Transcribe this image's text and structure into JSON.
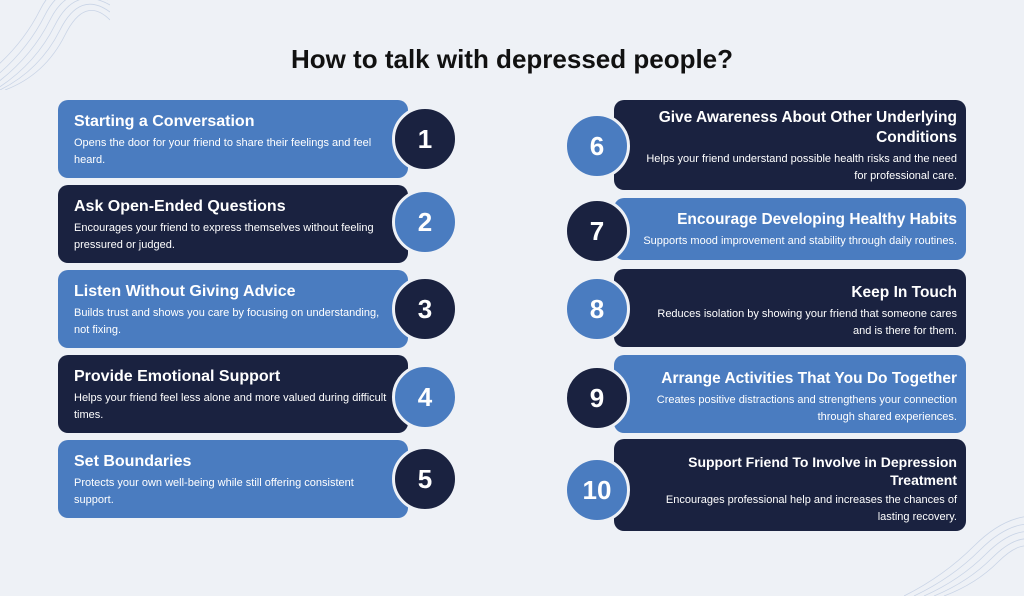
{
  "title": "How to talk with depressed people?",
  "colors": {
    "blue": "#4a7cc0",
    "navy": "#1a2240",
    "background": "#eef1f6"
  },
  "left_items": [
    {
      "number": "1",
      "heading": "Starting a Conversation",
      "description": "Opens the door for your friend to share their feelings and feel heard."
    },
    {
      "number": "2",
      "heading": "Ask Open-Ended Questions",
      "description": "Encourages your friend to express themselves without feeling pressured or judged."
    },
    {
      "number": "3",
      "heading": "Listen Without Giving Advice",
      "description": "Builds trust and shows you care by focusing on understanding, not fixing."
    },
    {
      "number": "4",
      "heading": "Provide Emotional Support",
      "description": "Helps your friend feel less alone and more valued during difficult times."
    },
    {
      "number": "5",
      "heading": "Set Boundaries",
      "description": "Protects your own well-being while still offering consistent support."
    }
  ],
  "right_items": [
    {
      "number": "6",
      "heading": "Give Awareness About Other Underlying Conditions",
      "description": "Helps your friend understand possible health risks and the need for professional care."
    },
    {
      "number": "7",
      "heading": "Encourage Developing Healthy Habits",
      "description": "Supports mood improvement and stability through daily routines."
    },
    {
      "number": "8",
      "heading": "Keep In Touch",
      "description": "Reduces isolation by showing your friend that someone cares and is there for them."
    },
    {
      "number": "9",
      "heading": "Arrange Activities That You Do Together",
      "description": "Creates positive distractions and strengthens your connection through shared experiences."
    },
    {
      "number": "10",
      "heading": "Support Friend To Involve in Depression Treatment",
      "description": "Encourages professional help and increases the chances of lasting recovery."
    }
  ]
}
